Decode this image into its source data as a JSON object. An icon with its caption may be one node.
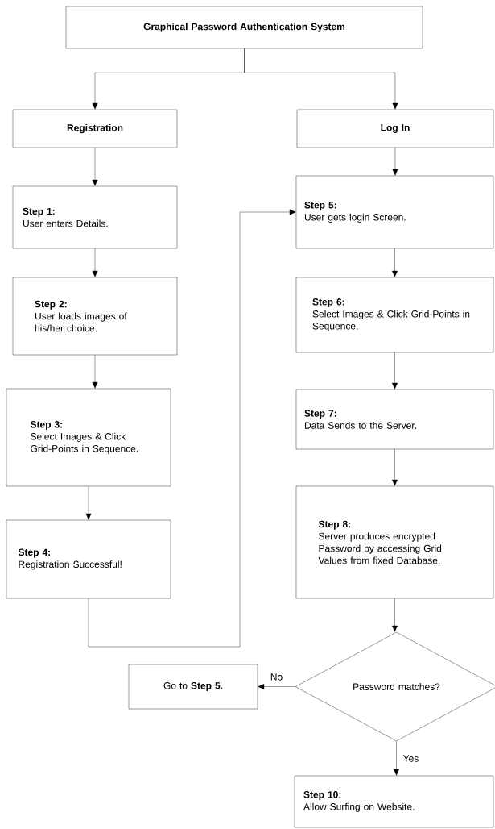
{
  "diagram": {
    "nodes": [
      {
        "text": [
          "Graphical Password Authentication System"
        ]
      },
      {
        "text": [
          "Registration"
        ]
      },
      {
        "text": [
          "Log In"
        ]
      },
      {
        "text": [
          "Step 1:",
          "User enters Details."
        ]
      },
      {
        "text": [
          "Step 2:",
          "User loads images of his/her choice."
        ]
      },
      {
        "text": [
          "Step 3:",
          "Select Images & Click Grid-Points in Sequence."
        ]
      },
      {
        "text": [
          "Step 4:",
          "Registration Successful!"
        ]
      },
      {
        "text": [
          "Step 5:",
          "User gets login Screen."
        ]
      },
      {
        "text": [
          "Step 6:",
          "Select Images & Click Grid-Points in Sequence."
        ]
      },
      {
        "text": [
          "Step 7:",
          "Data Sends to the Server."
        ]
      },
      {
        "text": [
          "Step 8:",
          "Server produces encrypted Password by accessing Grid Values from fixed Database."
        ]
      },
      {
        "text": [
          "Password matches?"
        ]
      },
      {
        "text": [
          "Go to **Step 5.**"
        ]
      },
      {
        "text": [
          "Step 10:",
          "Allow Surfing on Website."
        ]
      }
    ],
    "edges": [
      {
        "from": 0,
        "to": 1,
        "arrow": "to"
      },
      {
        "from": 0,
        "to": 2,
        "arrow": "to"
      },
      {
        "from": 1,
        "to": 3,
        "arrow": "to"
      },
      {
        "from": 3,
        "to": 4,
        "arrow": "to"
      },
      {
        "from": 4,
        "to": 5,
        "arrow": "to"
      },
      {
        "from": 5,
        "to": 6,
        "arrow": "to"
      },
      {
        "from": 6,
        "to": 7,
        "arrow": "to"
      },
      {
        "from": 2,
        "to": 7,
        "arrow": "to"
      },
      {
        "from": 7,
        "to": 8,
        "arrow": "to"
      },
      {
        "from": 8,
        "to": 9,
        "arrow": "to"
      },
      {
        "from": 9,
        "to": 10,
        "arrow": "to"
      },
      {
        "from": 10,
        "to": 11,
        "arrow": "to"
      },
      {
        "from": 11,
        "to": 12,
        "arrow": "to",
        "label": "No"
      },
      {
        "from": 11,
        "to": 13,
        "arrow": "to",
        "label": "Yes"
      }
    ]
  }
}
